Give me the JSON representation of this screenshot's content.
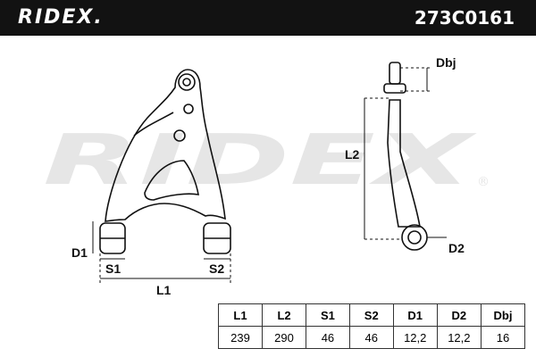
{
  "header": {
    "brand": "RIDEX.",
    "part_number": "273C0161"
  },
  "watermark": {
    "text": "RIDEX",
    "registered_mark": "®"
  },
  "dimension_labels": {
    "l1": "L1",
    "l2": "L2",
    "s1": "S1",
    "s2": "S2",
    "d1": "D1",
    "d2": "D2",
    "dbj": "Dbj"
  },
  "specs_table": {
    "headers": [
      "L1",
      "L2",
      "S1",
      "S2",
      "D1",
      "D2",
      "Dbj"
    ],
    "values": [
      "239",
      "290",
      "46",
      "46",
      "12,2",
      "12,2",
      "16"
    ]
  },
  "colors": {
    "header_bg": "#121212",
    "watermark": "#e6e6e6",
    "line": "#111111"
  }
}
